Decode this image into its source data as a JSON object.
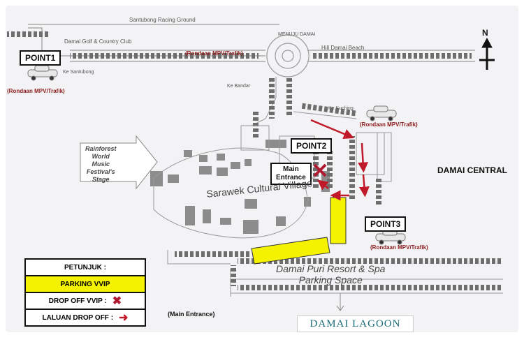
{
  "map": {
    "roads": {
      "racing_ground": "Santubong Racing Ground",
      "golf_club": "Damai Golf & Country Club",
      "beach": "Hill Damai Beach",
      "label_top_right_small": "MENUJU DAMAI",
      "to_santubong": "Ke Santubong",
      "to_bandar": "Ke Bandar",
      "to_kuching": "Ke Kuching"
    },
    "points": {
      "point1": "POINT1",
      "point2": "POINT2",
      "point3": "POINT3",
      "main_entrance": [
        "Main",
        "Entrance"
      ]
    },
    "traffic_labels": [
      "(Rondaan MPV/Trafik)",
      "(Rondaan MPV/Trafik)",
      "(Rondaan MPV/Trafik)",
      "(Rondaan MPV/Trafik)"
    ],
    "areas": {
      "rainforest": [
        "Rainforest",
        "World",
        "Music",
        "Festival's",
        "Stage"
      ],
      "cultural_village": "Sarawek Cultural Village",
      "damai_central": "DAMAI CENTRAL",
      "resort_parking": [
        "Damai Puri Resort & Spa",
        "Parking Space"
      ],
      "main_entrance_bottom": "(Main Entrance)",
      "lagoon": "DAMAI LAGOON"
    },
    "north": "N",
    "colors": {
      "parking": "#f5f200",
      "arrow": "#c0192a",
      "traffic_text": "#8b1a1a",
      "lagoon": "#1a6b78"
    }
  },
  "legend": {
    "title": "PETUNJUK :",
    "parking": "PARKING VVIP",
    "dropoff": "DROP OFF VVIP :",
    "route": "LALUAN DROP OFF :"
  }
}
